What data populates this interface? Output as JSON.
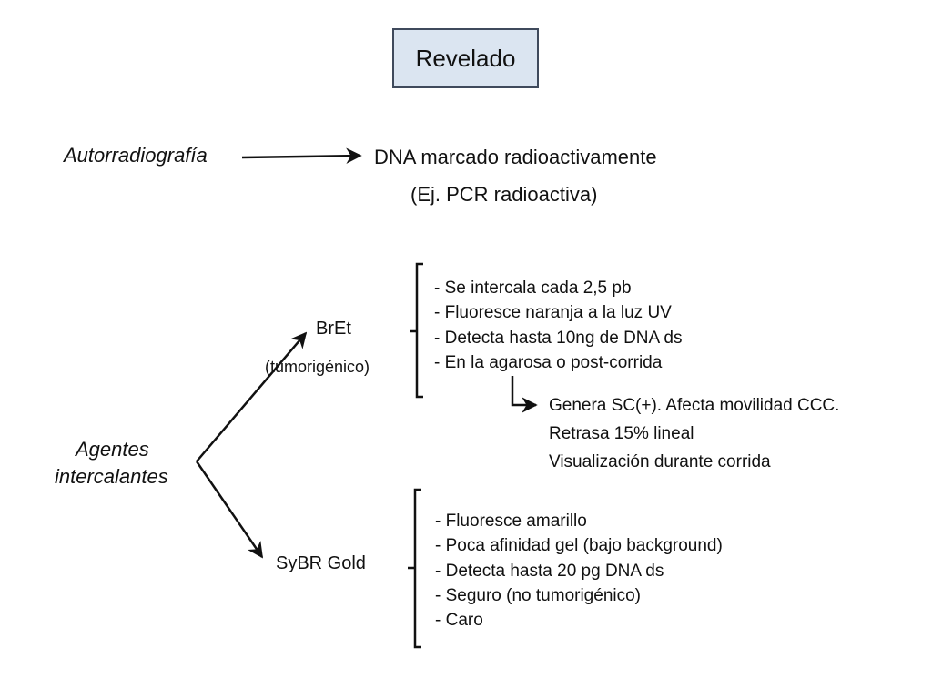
{
  "title": "Revelado",
  "autorradiografia": {
    "label": "Autorradiografía",
    "target": "DNA marcado radioactivamente",
    "example": "(Ej. PCR radioactiva)"
  },
  "agentes": {
    "label_line1": "Agentes",
    "label_line2": "intercalantes",
    "bret": {
      "name": "BrEt",
      "note": "(tumorigénico)",
      "properties": [
        "- Se intercala cada 2,5 pb",
        "- Fluoresce naranja a la luz UV",
        "- Detecta hasta 10ng de DNA ds",
        "- En la agarosa o post-corrida"
      ],
      "consequences": [
        "Genera SC(+). Afecta movilidad CCC.",
        "Retrasa 15% lineal",
        "Visualización durante corrida"
      ]
    },
    "sybr": {
      "name": "SyBR Gold",
      "properties": [
        "- Fluoresce amarillo",
        "- Poca afinidad gel (bajo background)",
        "- Detecta hasta 20 pg DNA ds",
        "- Seguro (no tumorigénico)",
        "- Caro"
      ]
    }
  },
  "colors": {
    "title_fill": "#dbe5f1",
    "title_border": "#3f4a5c",
    "lines": "#111111"
  }
}
